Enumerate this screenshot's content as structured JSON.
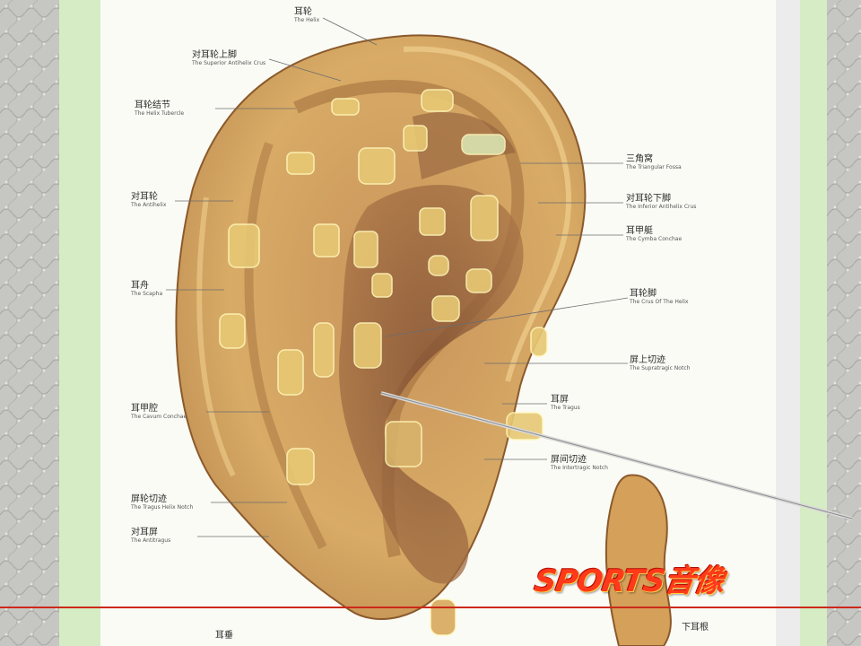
{
  "logo": {
    "text": "SPORTS音像"
  },
  "labels_left": [
    {
      "id": "l1",
      "zh": "耳轮",
      "en": "The Helix"
    },
    {
      "id": "l2",
      "zh": "对耳轮上脚",
      "en": "The Superior Antihelix Crus"
    },
    {
      "id": "l3",
      "zh": "耳轮结节",
      "en": "The Helix Tubercle"
    },
    {
      "id": "l4",
      "zh": "对耳轮",
      "en": "The Antihelix"
    },
    {
      "id": "l5",
      "zh": "耳舟",
      "en": "The Scapha"
    },
    {
      "id": "l6",
      "zh": "耳甲腔",
      "en": "The Cavum Conchae"
    },
    {
      "id": "l7",
      "zh": "屏轮切迹",
      "en": "The Tragus Helix Notch"
    },
    {
      "id": "l8",
      "zh": "对耳屏",
      "en": "The Antitragus"
    },
    {
      "id": "l9",
      "zh": "耳垂",
      "en": ""
    }
  ],
  "labels_right": [
    {
      "id": "r1",
      "zh": "三角窝",
      "en": "The Triangular Fossa"
    },
    {
      "id": "r2",
      "zh": "对耳轮下脚",
      "en": "The Inferior Antihelix Crus"
    },
    {
      "id": "r3",
      "zh": "耳甲艇",
      "en": "The Cymba Conchae"
    },
    {
      "id": "r4",
      "zh": "耳轮脚",
      "en": "The Crus Of The Helix"
    },
    {
      "id": "r5",
      "zh": "屏上切迹",
      "en": "The Supratragic Notch"
    },
    {
      "id": "r6",
      "zh": "耳屏",
      "en": "The Tragus"
    },
    {
      "id": "r7",
      "zh": "屏间切迹",
      "en": "The Intertragic Notch"
    },
    {
      "id": "r8",
      "zh": "下耳根",
      "en": ""
    }
  ],
  "colors": {
    "wall": "#c9c9c6",
    "board_green": "#d5ecc4",
    "poster": "#fbfbf6",
    "ear_outer": "#d9a95c",
    "ear_inner": "#b98a4d",
    "concha": "#8c5a3a",
    "logo_red": "#ff3a1a",
    "red_line": "#cc2a1a"
  },
  "icons": [
    "pointer-stick"
  ]
}
